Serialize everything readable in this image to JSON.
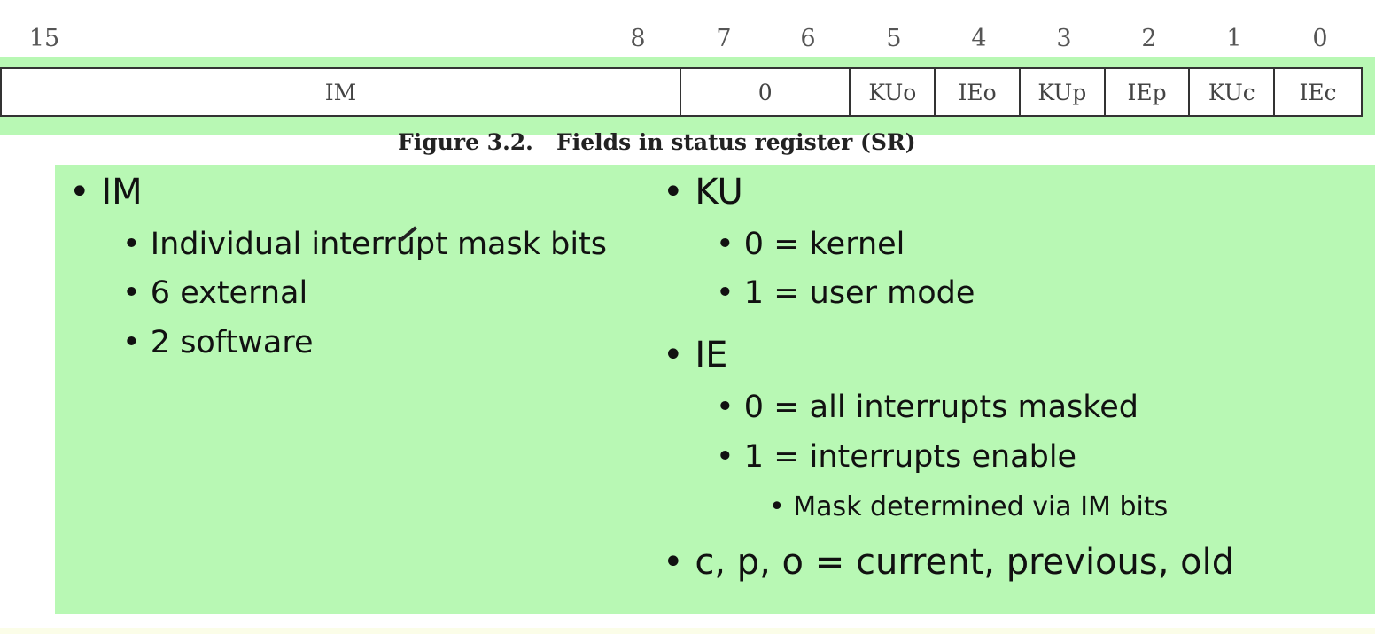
{
  "register": {
    "bit_numbers": [
      "15",
      "8",
      "7",
      "6",
      "5",
      "4",
      "3",
      "2",
      "1",
      "0"
    ],
    "fields": [
      "IM",
      "0",
      "KUo",
      "IEo",
      "KUp",
      "IEp",
      "KUc",
      "IEc"
    ]
  },
  "caption": "Figure 3.2.   Fields in status register (SR)",
  "left_column": {
    "im_heading": "IM",
    "im_items": [
      "Individual interrupt mask bits",
      "6 external",
      "2 software"
    ]
  },
  "right_column": {
    "ku_heading": "KU",
    "ku_items": [
      "0 = kernel",
      "1 = user mode"
    ],
    "ie_heading": "IE",
    "ie_items": [
      "0 = all interrupts masked",
      "1 = interrupts enable"
    ],
    "ie_subitem": "Mask determined via IM bits",
    "cpo_line": "c, p, o = current, previous, old"
  },
  "colors": {
    "highlight": "#b8f8b4",
    "border": "#333333"
  }
}
